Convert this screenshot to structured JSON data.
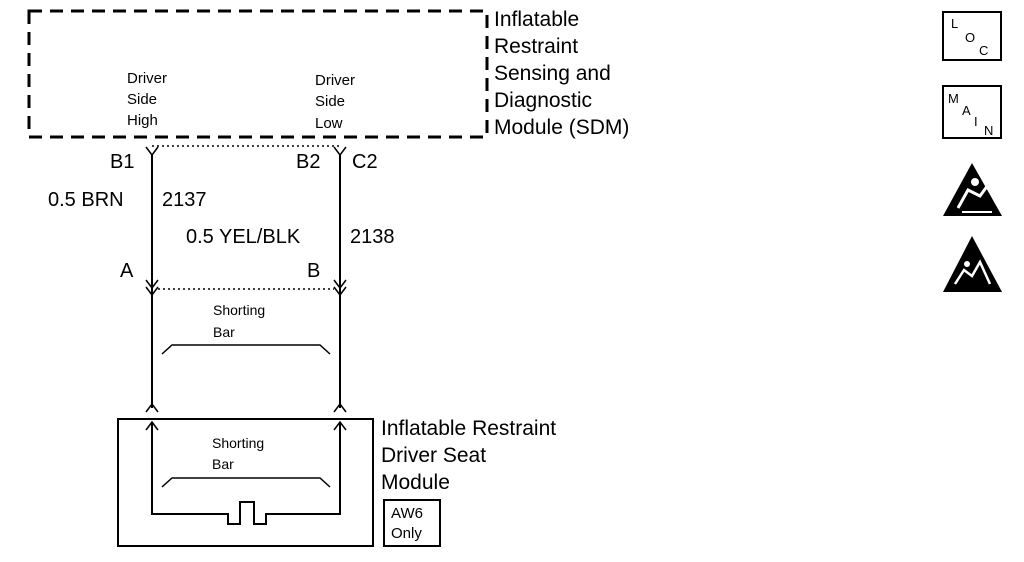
{
  "sdm": {
    "title_lines": [
      "Inflatable",
      "Restraint",
      "Sensing and",
      "Diagnostic",
      "Module (SDM)"
    ],
    "driver_high_lines": [
      "Driver",
      "Side",
      "High"
    ],
    "driver_low_lines": [
      "Driver",
      "Side",
      "Low"
    ]
  },
  "connectors": {
    "b1": "B1",
    "b2": "B2",
    "c2": "C2",
    "a": "A",
    "b": "B"
  },
  "wires": {
    "left_gauge_color": "0.5 BRN",
    "left_circuit": "2137",
    "right_gauge_color": "0.5 YEL/BLK",
    "right_circuit": "2138"
  },
  "shorting_bar_upper_lines": [
    "Shorting",
    "Bar"
  ],
  "shorting_bar_lower_lines": [
    "Shorting",
    "Bar"
  ],
  "seat_module": {
    "title_lines": [
      "Inflatable Restraint",
      "Driver Seat",
      "Module"
    ],
    "option_lines": [
      "AW6",
      "Only"
    ]
  },
  "side_icons": {
    "loc": {
      "letters": [
        "L",
        "O",
        "C"
      ],
      "icon": "loc-icon"
    },
    "main": {
      "letters": [
        "M",
        "A",
        "I",
        "N"
      ],
      "icon": "main-icon"
    },
    "airbag_warning": {
      "icon": "airbag-warning-icon"
    },
    "esd_warning": {
      "icon": "esd-warning-icon"
    }
  }
}
